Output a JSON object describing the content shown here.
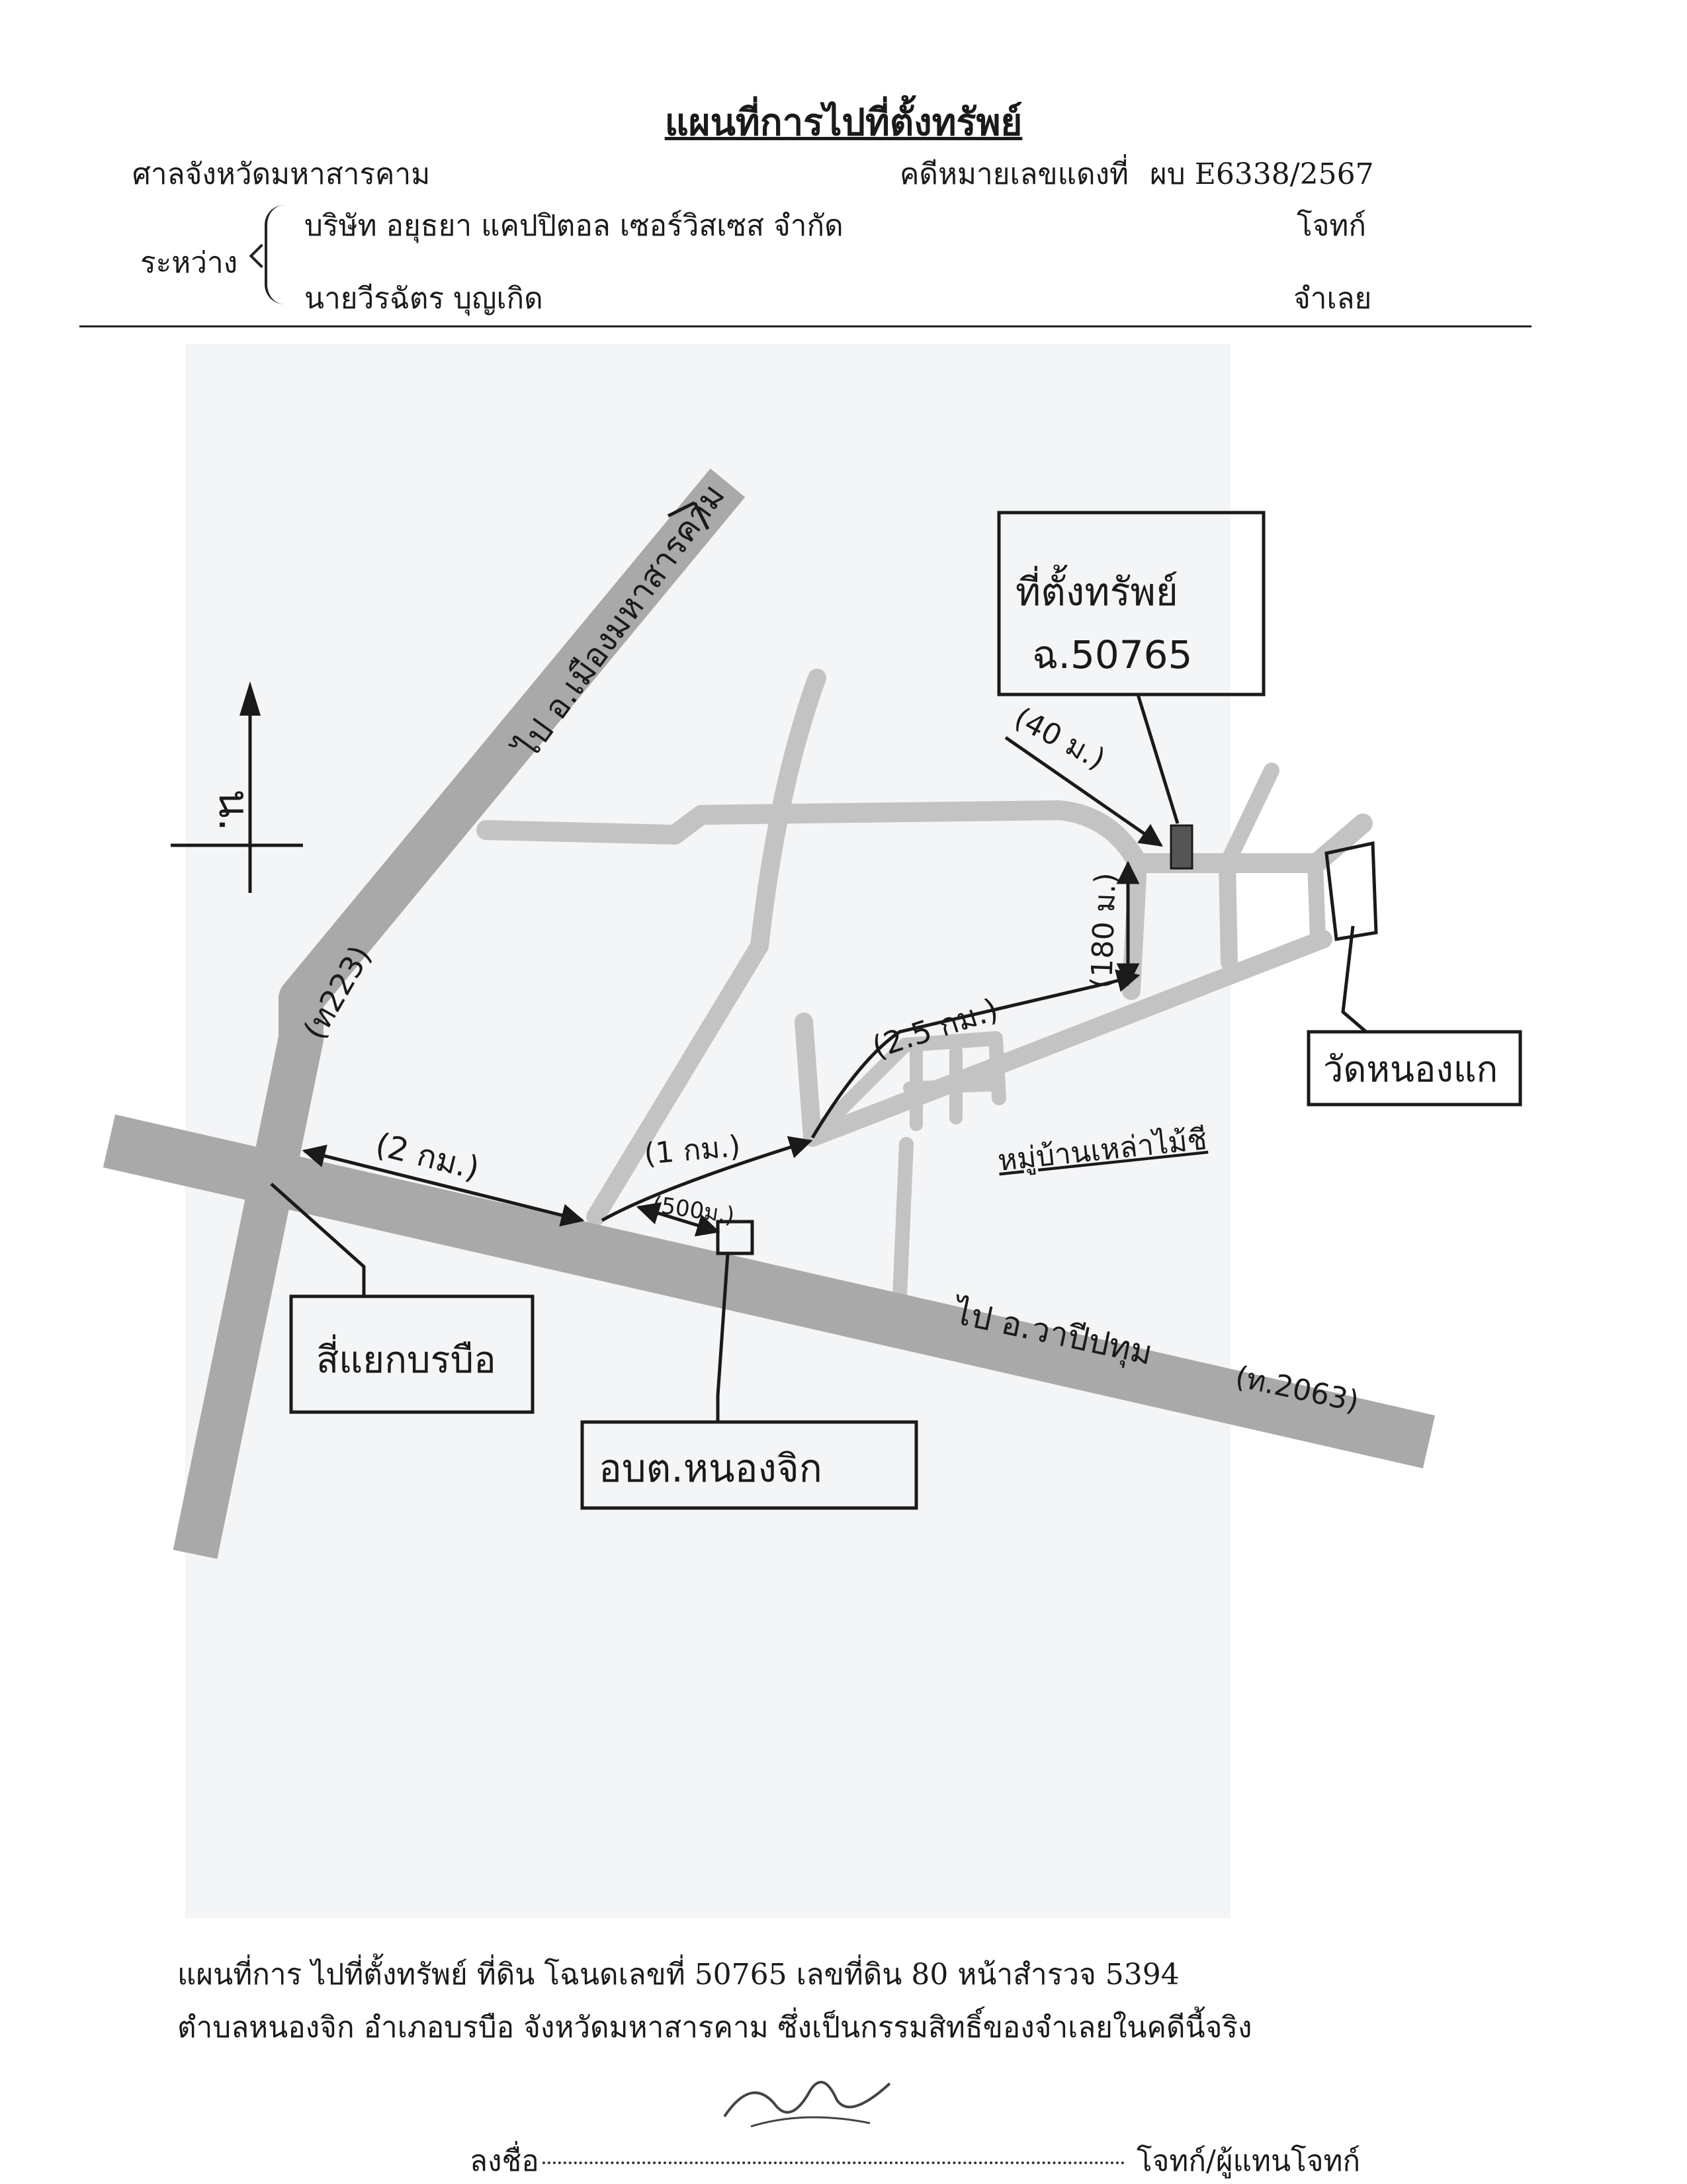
{
  "document": {
    "title": "แผนที่การไปที่ตั้งทรัพย์",
    "court": "ศาลจังหวัดมหาสารคาม",
    "case_label": "คดีหมายเลขแดงที่",
    "case_number": "ผบ E6338/2567",
    "between_label": "ระหว่าง",
    "plaintiff_name": "บริษัท อยุธยา แคปปิตอล เซอร์วิสเซส จำกัด",
    "plaintiff_role": "โจทก์",
    "defendant_name": "นายวีรฉัตร บุญเกิด",
    "defendant_role": "จำเลย"
  },
  "map": {
    "north_label": "น.",
    "roads": {
      "highway_north": "ไป อ.เมืองมหาสารคาม",
      "highway_north_code": "(ท223)",
      "highway_east": "ไป อ.วาปีปทุม",
      "highway_east_code": "(ท.2063)"
    },
    "distances": {
      "junction_to_turn": "(2 กม.)",
      "turn_to_village": "(1 กม.)",
      "sao_offset": "(500ม.)",
      "village_to_corner": "(2.5 กม.)",
      "corner_north": "(180 ม.)",
      "corner_to_property": "(40 ม.)"
    },
    "landmarks": {
      "property_line1": "ที่ตั้งทรัพย์",
      "property_line2": "ฉ.50765",
      "temple": "วัดหนองแก",
      "village": "หมู่บ้านเหล่าไม้ชี",
      "junction": "สี่แยกบรบือ",
      "sao": "อบต.หนองจิก"
    },
    "colors": {
      "main_road": "#a9a9a9",
      "minor_road": "#c3c3c3",
      "marker": "#555555"
    }
  },
  "footer": {
    "line1": "แผนที่การ ไปที่ตั้งทรัพย์  ที่ดิน โฉนดเลขที่ 50765 เลขที่ดิน 80 หน้าสำรวจ 5394",
    "line2": "ตำบลหนองจิก  อำเภอบรบือ จังหวัดมหาสารคาม ซึ่งเป็นกรรมสิทธิ์ของจำเลยในคดีนี้จริง",
    "sign_label": "ลงชื่อ",
    "sign_role": "โจทก์/ผู้แทนโจทก์"
  }
}
